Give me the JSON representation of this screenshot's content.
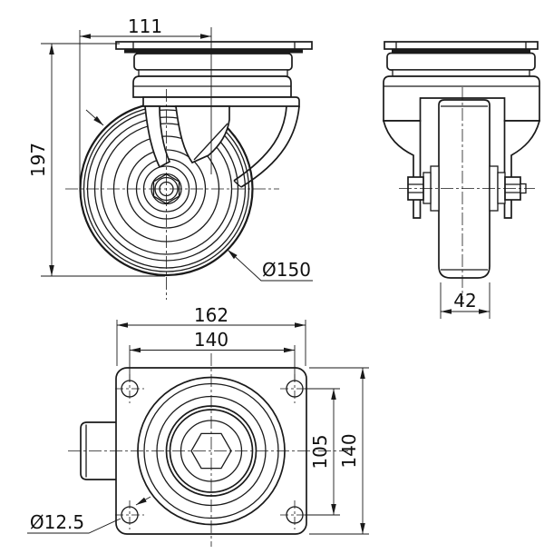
{
  "colors": {
    "line": "#1a1a1a",
    "background": "#ffffff"
  },
  "front_view": {
    "dims": {
      "swivel_offset": "111",
      "overall_height": "197",
      "wheel_diameter": "Ø150"
    }
  },
  "side_view": {
    "dims": {
      "wheel_width": "42"
    }
  },
  "plan_view": {
    "dims": {
      "plate_length": "162",
      "bolt_spacing_x": "140",
      "bolt_spacing_y": "105",
      "plate_width": "140",
      "bolt_hole_diameter": "Ø12.5"
    }
  }
}
